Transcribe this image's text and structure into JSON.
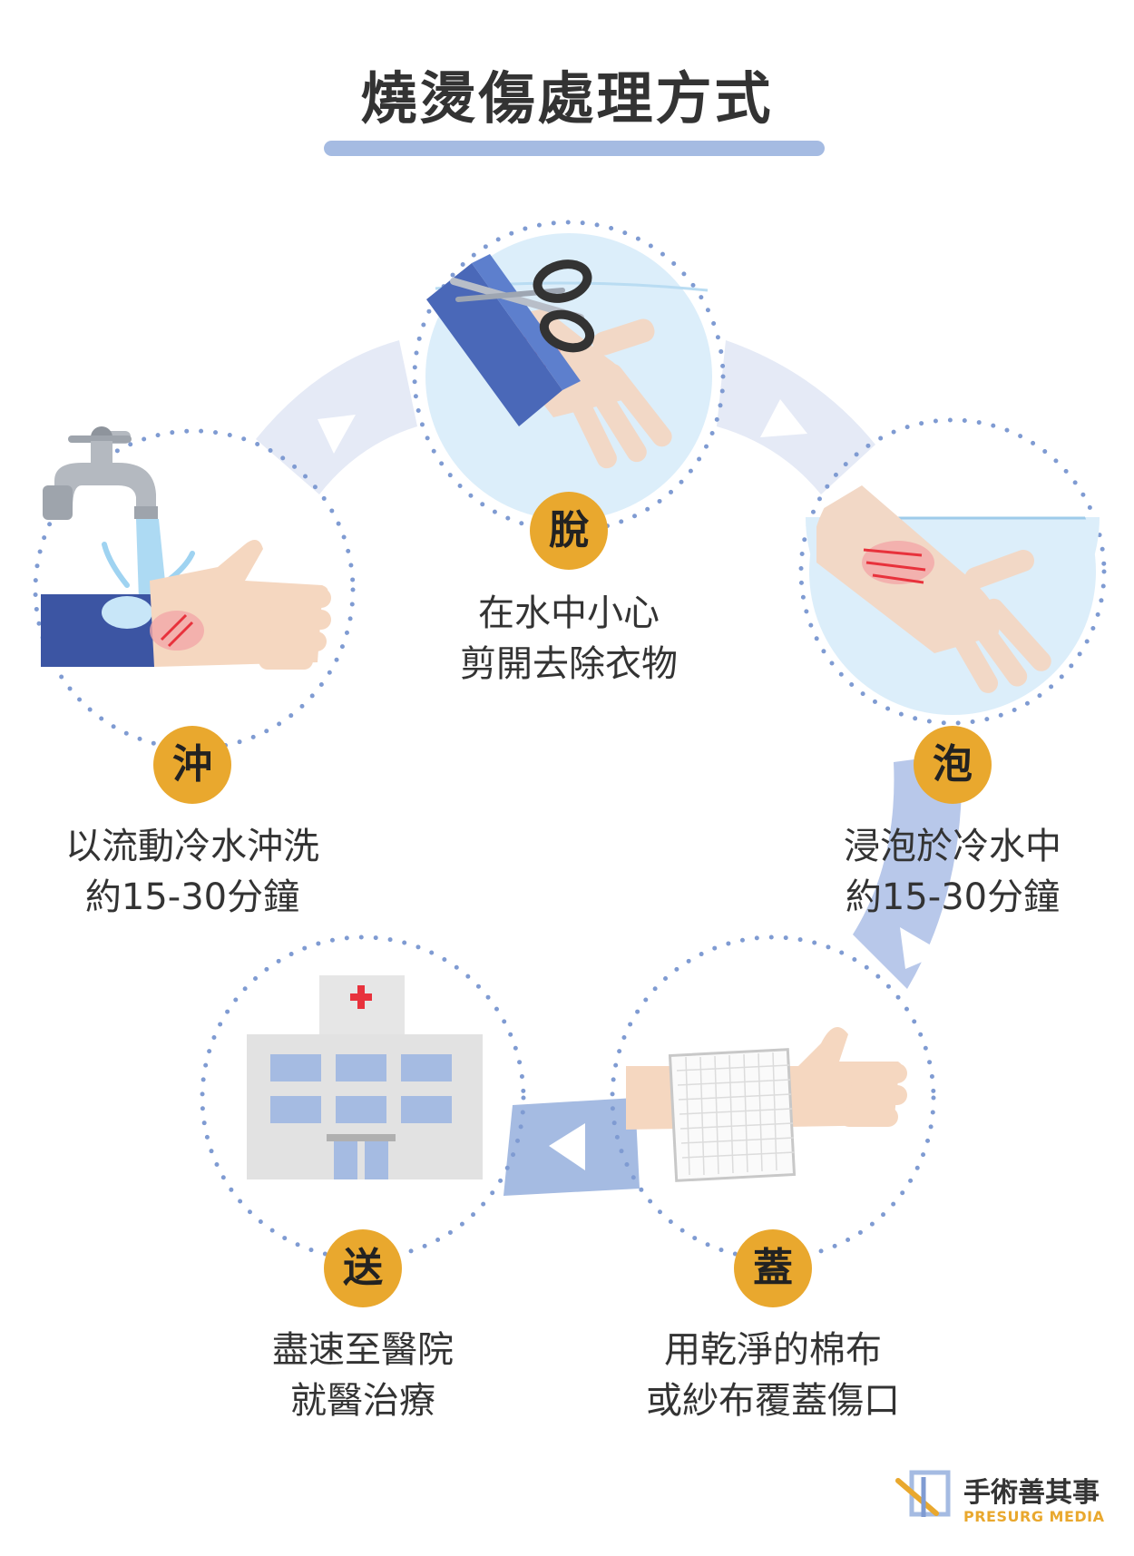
{
  "title": "燒燙傷處理方式",
  "steps": [
    {
      "key": "脫",
      "line1": "在水中小心",
      "line2": "剪開去除衣物"
    },
    {
      "key": "泡",
      "line1": "浸泡於冷水中",
      "line2": "約15-30分鐘"
    },
    {
      "key": "蓋",
      "line1": "用乾淨的棉布",
      "line2": "或紗布覆蓋傷口"
    },
    {
      "key": "送",
      "line1": "盡速至醫院",
      "line2": "就醫治療"
    },
    {
      "key": "沖",
      "line1": "以流動冷水沖洗",
      "line2": "約15-30分鐘"
    }
  ],
  "brand": {
    "name": "手術善其事",
    "sub": "PRESURG MEDIA"
  },
  "colors": {
    "accent_blue": "#a5bbe2",
    "badge_yellow": "#e9a82e",
    "dot_blue": "#7f9bd2",
    "water": "#dceefa",
    "sleeve": "#4a68b8",
    "skin": "#f5d7c0",
    "burn": "#e8323c"
  },
  "icons": [
    "scissors-icon",
    "faucet-icon",
    "hospital-icon",
    "gauze-icon",
    "hand-icon",
    "arrow-icon"
  ]
}
